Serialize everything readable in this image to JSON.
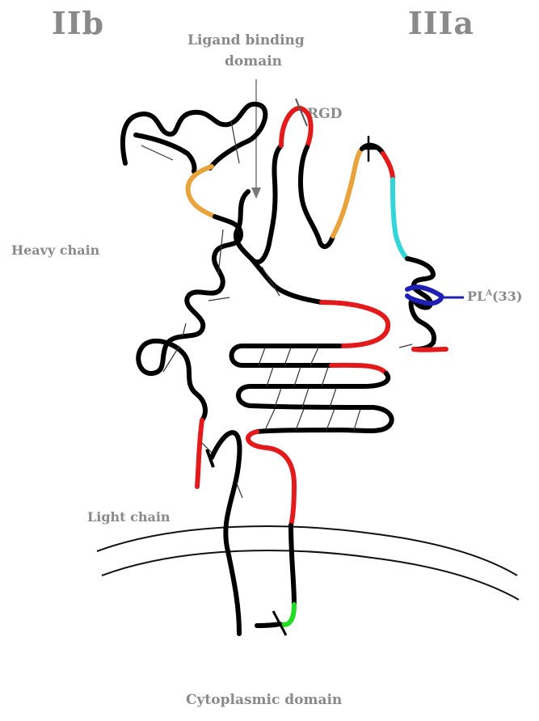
{
  "labels": {
    "subunit_left": "IIb",
    "subunit_right": "IIIa",
    "ligand_line1": "Ligand binding",
    "ligand_line2": "domain",
    "rgd": "RGD",
    "heavy_chain": "Heavy chain",
    "pla": "PL",
    "pla_sup": "A",
    "pla_suffix": "(33)",
    "light_chain": "Light chain",
    "cytoplasmic": "Cytoplasmic domain"
  },
  "colors": {
    "backbone": "#000000",
    "segment_red": "#e31a1c",
    "segment_orange": "#e8a33c",
    "segment_cyan": "#33d6d6",
    "segment_blue": "#1f1fb4",
    "segment_green": "#22dd22",
    "label_gray": "#8a8a8a"
  }
}
